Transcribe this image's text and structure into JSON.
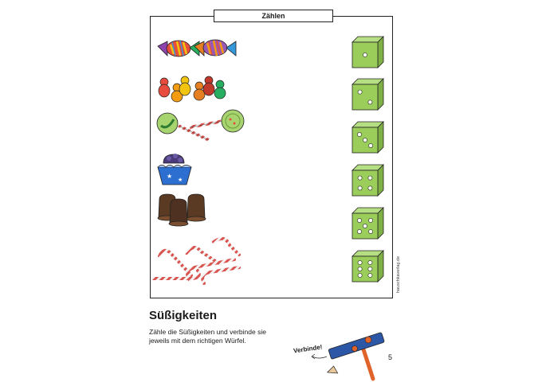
{
  "header": {
    "section_title": "Zählen"
  },
  "side_note": "hauschkaverlag.de",
  "exercise": {
    "title": "Süßigkeiten",
    "instruction": "Zähle die Süßigkeiten und verbinde sie jeweils mit dem richtigen Würfel.",
    "mascot_label": "Verbinde!",
    "page_number": "5"
  },
  "colors": {
    "dice": "#9acd5a",
    "pencil": "#2c56a6",
    "frame": "#222222"
  },
  "rows": [
    {
      "item": "candies",
      "count": 2,
      "die_value": 1
    },
    {
      "item": "gummy-bears",
      "count": 6,
      "die_value": 2
    },
    {
      "item": "lollipops",
      "count": 2,
      "die_value": 3
    },
    {
      "item": "cupcake",
      "count": 1,
      "die_value": 4
    },
    {
      "item": "chocolate-marshmallows",
      "count": 3,
      "die_value": 5
    },
    {
      "item": "candy-canes",
      "count": 6,
      "die_value": 6
    }
  ]
}
